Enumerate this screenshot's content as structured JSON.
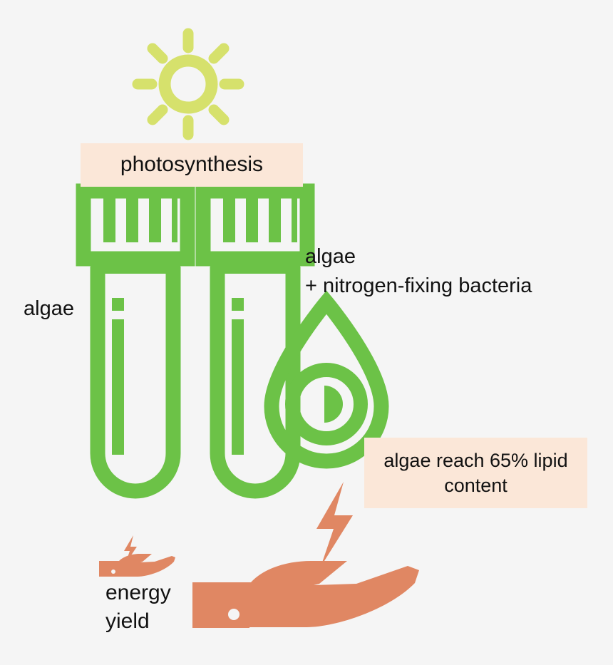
{
  "figure": {
    "title": "Algae photosynthesis and nitrogen-fixing bacteria lipid yield diagram",
    "background_color": "#f5f5f5"
  },
  "colors": {
    "green": "#6cc247",
    "sun_yellow_green": "#d6e16c",
    "salmon": "#e08763",
    "callout_cream": "#fbe7d8",
    "text": "#111111",
    "background": "#f5f5f5"
  },
  "callouts": {
    "photosynthesis": "photosynthesis",
    "lipid_content": "algae reach 65%\nlipid content"
  },
  "labels": {
    "algae_left": "algae",
    "algae_nitrogen_fixing": "algae\n+ nitrogen-fixing bacteria",
    "energy_yield": "energy\nyield"
  },
  "icons": {
    "sun": "sun-icon",
    "test_tube_left": "test-tube-icon",
    "test_tube_right": "test-tube-icon",
    "droplet": "droplet-icon",
    "hand_energy_large": "hand-holding-lightning-icon",
    "hand_energy_small": "hand-holding-lightning-icon",
    "lightning_large": "lightning-bolt-icon",
    "lightning_small": "lightning-bolt-icon"
  },
  "values": {
    "lipid_percent": "65%"
  }
}
